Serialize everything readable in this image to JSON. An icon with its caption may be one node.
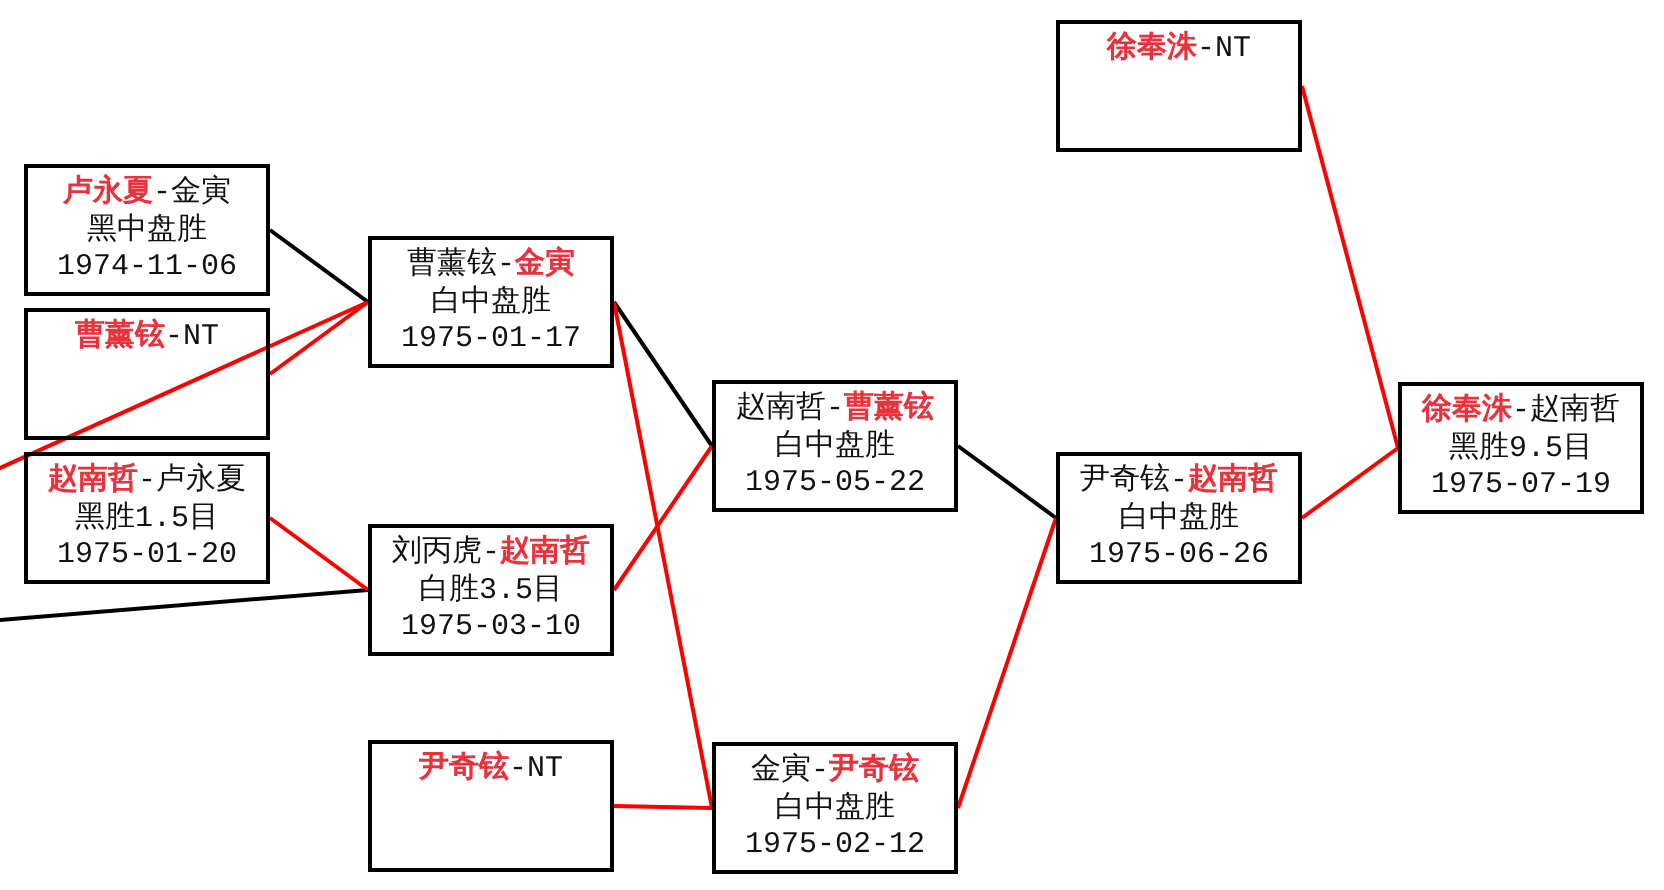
{
  "diagram": {
    "nodes": [
      {
        "text": [
          "**卢永夏**-金寅",
          "黑中盘胜",
          "1974-11-06"
        ]
      },
      {
        "text": [
          "**曹薰铉**-NT"
        ]
      },
      {
        "text": [
          "**赵南哲**-卢永夏",
          "黑胜1.5目",
          "1975-01-20"
        ]
      },
      {
        "text": [
          "曹薰铉-**金寅**",
          "白中盘胜",
          "1975-01-17"
        ]
      },
      {
        "text": [
          "刘丙虎-**赵南哲**",
          "白胜3.5目",
          "1975-03-10"
        ]
      },
      {
        "text": [
          "**尹奇铉**-NT"
        ]
      },
      {
        "text": [
          "赵南哲-**曹薰铉**",
          "白中盘胜",
          "1975-05-22"
        ]
      },
      {
        "text": [
          "金寅-**尹奇铉**",
          "白中盘胜",
          "1975-02-12"
        ]
      },
      {
        "text": [
          "**徐奉洙**-NT"
        ]
      },
      {
        "text": [
          "尹奇铉-**赵南哲**",
          "白中盘胜",
          "1975-06-26"
        ]
      },
      {
        "text": [
          "**徐奉洙**-赵南哲",
          "黑胜9.5目",
          "1975-07-19"
        ]
      }
    ],
    "edges": [
      {
        "from": null,
        "to": 3,
        "arrow": "none"
      },
      {
        "from": 0,
        "to": 3,
        "arrow": "none",
        "color": "#000000"
      },
      {
        "from": 1,
        "to": 3,
        "arrow": "none"
      },
      {
        "from": null,
        "to": 4,
        "arrow": "none",
        "color": "#000000"
      },
      {
        "from": 2,
        "to": 4,
        "arrow": "none"
      },
      {
        "from": 3,
        "to": 6,
        "arrow": "none",
        "color": "#000000"
      },
      {
        "from": 3,
        "to": 7,
        "arrow": "none"
      },
      {
        "from": 4,
        "to": 6,
        "arrow": "none"
      },
      {
        "from": 5,
        "to": 7,
        "arrow": "none"
      },
      {
        "from": 6,
        "to": 9,
        "arrow": "none",
        "color": "#000000"
      },
      {
        "from": 7,
        "to": 9,
        "arrow": "none"
      },
      {
        "from": 9,
        "to": 10,
        "arrow": "none"
      },
      {
        "from": 8,
        "to": 10,
        "arrow": "none"
      }
    ]
  }
}
